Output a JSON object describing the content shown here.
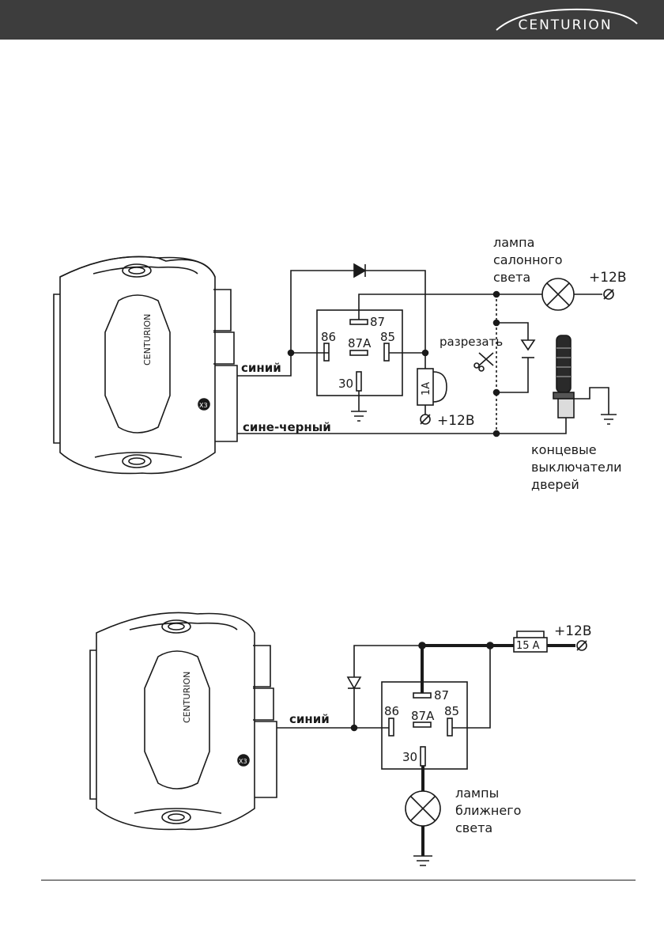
{
  "brand": "CENTURION",
  "diagram1": {
    "unit_brand": "CENTURION",
    "connector": "X3",
    "wire_blue": "синий",
    "wire_blue_black": "сине-черный",
    "relay_pins": {
      "p87": "87",
      "p87a": "87A",
      "p86": "86",
      "p85": "85",
      "p30": "30"
    },
    "fuse": "1A",
    "supply_bottom": "+12В",
    "supply_symbol": "∅",
    "lamp_label": [
      "лампа",
      "салонного",
      "света"
    ],
    "lamp_supply": "+12В",
    "cut_label": "разрезать",
    "door_switch_label": [
      "концевые",
      "выключатели",
      "дверей"
    ]
  },
  "diagram2": {
    "unit_brand": "CENTURION",
    "connector": "X3",
    "wire_blue": "синий",
    "relay_pins": {
      "p87": "87",
      "p87a": "87A",
      "p86": "86",
      "p85": "85",
      "p30": "30"
    },
    "fuse": "15 А",
    "supply": "+12В",
    "supply_symbol": "∅",
    "lamp_label": [
      "лампы",
      "ближнего",
      "света"
    ]
  }
}
